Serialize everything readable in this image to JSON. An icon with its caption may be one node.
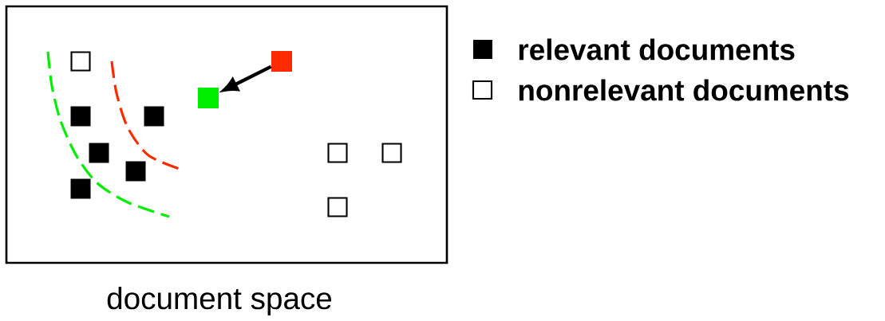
{
  "diagram": {
    "nodes": [
      {
        "text": [
          "document space"
        ]
      },
      {
        "text": [],
        "shape": "box",
        "in": 0
      },
      {
        "text": [],
        "shape": "box",
        "in": 0
      }
    ],
    "edges": [
      {
        "from": 1,
        "to": 2,
        "arrow": "to"
      }
    ],
    "legend": [
      {
        "text": "relevant documents",
        "color": "#000000"
      },
      {
        "text": "nonrelevant documents"
      }
    ]
  }
}
